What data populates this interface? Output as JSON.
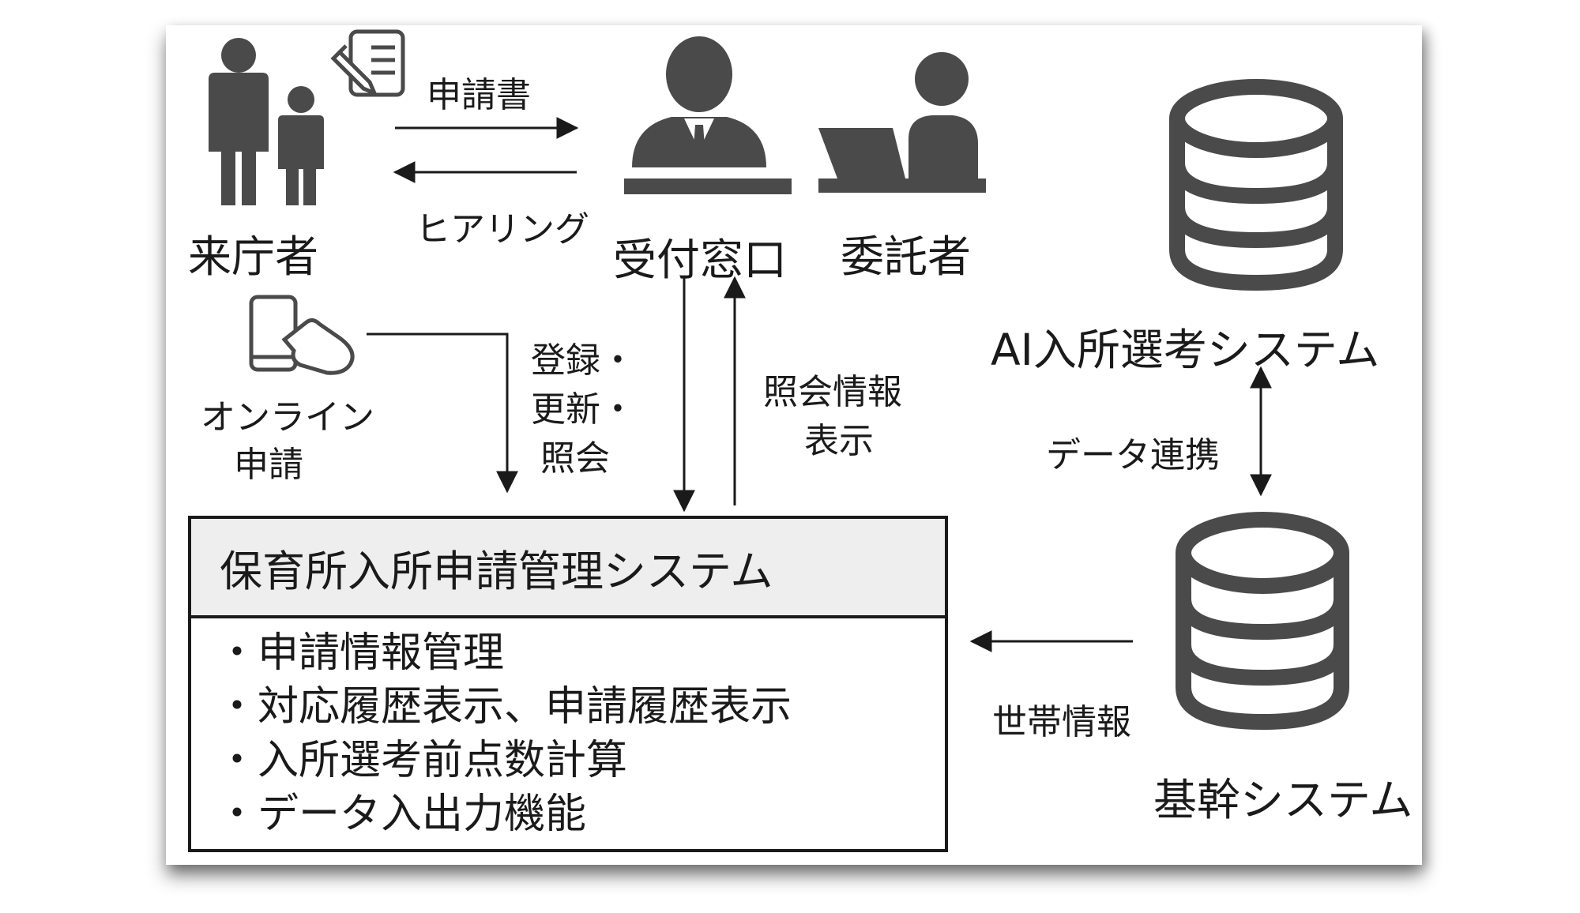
{
  "actors": {
    "visitor": "来庁者",
    "reception": "受付窓口",
    "contractor": "委託者"
  },
  "arrows": {
    "application_form": "申請書",
    "hearing": "ヒアリング",
    "register_update_lines": [
      "登録・",
      "更新・",
      "照会"
    ],
    "display_info_lines": [
      "照会情報",
      "表示"
    ],
    "data_link": "データ連携",
    "household_info": "世帯情報"
  },
  "online": {
    "lines": [
      "オンライン",
      "申請"
    ]
  },
  "databases": {
    "ai_system": "AI入所選考システム",
    "core_system": "基幹システム"
  },
  "system": {
    "title": "保育所入所申請管理システム",
    "items": [
      "申請情報管理",
      "対応履歴表示、申請履歴表示",
      "入所選考前点数計算",
      "データ入出力機能"
    ]
  },
  "icons": [
    "person-with-child-icon",
    "form-document-icon",
    "receptionist-icon",
    "worker-laptop-icon",
    "smartphone-tap-icon",
    "database-icon"
  ],
  "colors": {
    "icon": "#4a4a4a",
    "line": "#1a1a1a",
    "header_bg": "#eeeeee"
  }
}
